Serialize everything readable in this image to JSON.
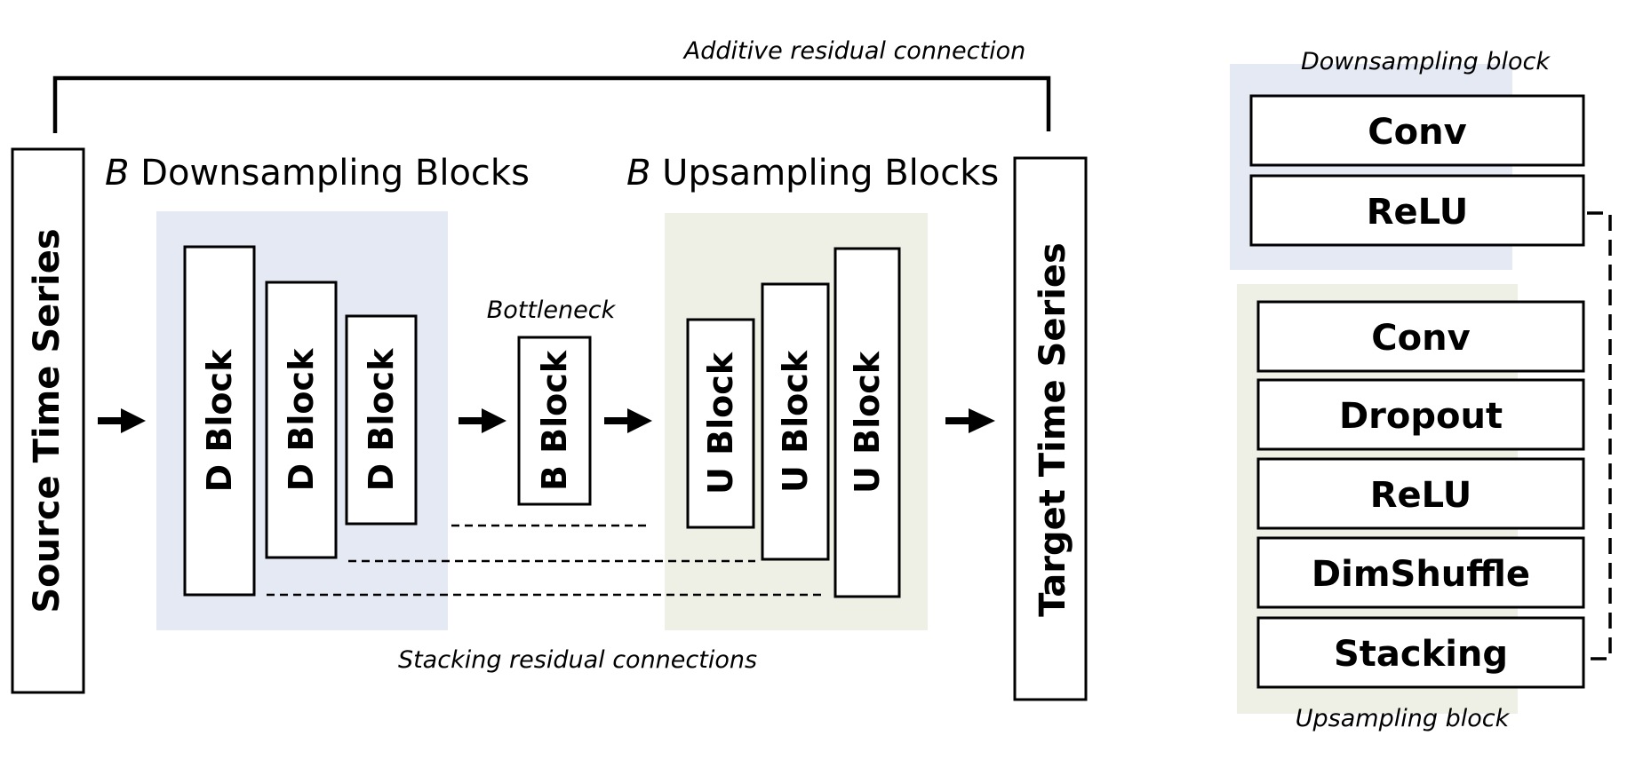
{
  "labels": {
    "additive": "Additive residual connection",
    "stacking": "Stacking residual connections",
    "bottleneck": "Bottleneck",
    "down_header_var": "B",
    "down_header_text": " Downsampling Blocks",
    "up_header_var": "B",
    "up_header_text": " Upsampling Blocks",
    "source": "Source Time Series",
    "target": "Target Time Series",
    "downsampling_block": "Downsampling block",
    "upsampling_block": "Upsampling block"
  },
  "blocks": {
    "d": [
      "D Block",
      "D Block",
      "D Block"
    ],
    "b": "B Block",
    "u": [
      "U Block",
      "U Block",
      "U Block"
    ]
  },
  "down_layers": [
    "Conv",
    "ReLU"
  ],
  "up_layers": [
    "Conv",
    "Dropout",
    "ReLU",
    "DimShuffle",
    "Stacking"
  ],
  "colors": {
    "down_bg": "#e5e9f4",
    "up_bg": "#eef0e5",
    "stroke": "#000000"
  }
}
